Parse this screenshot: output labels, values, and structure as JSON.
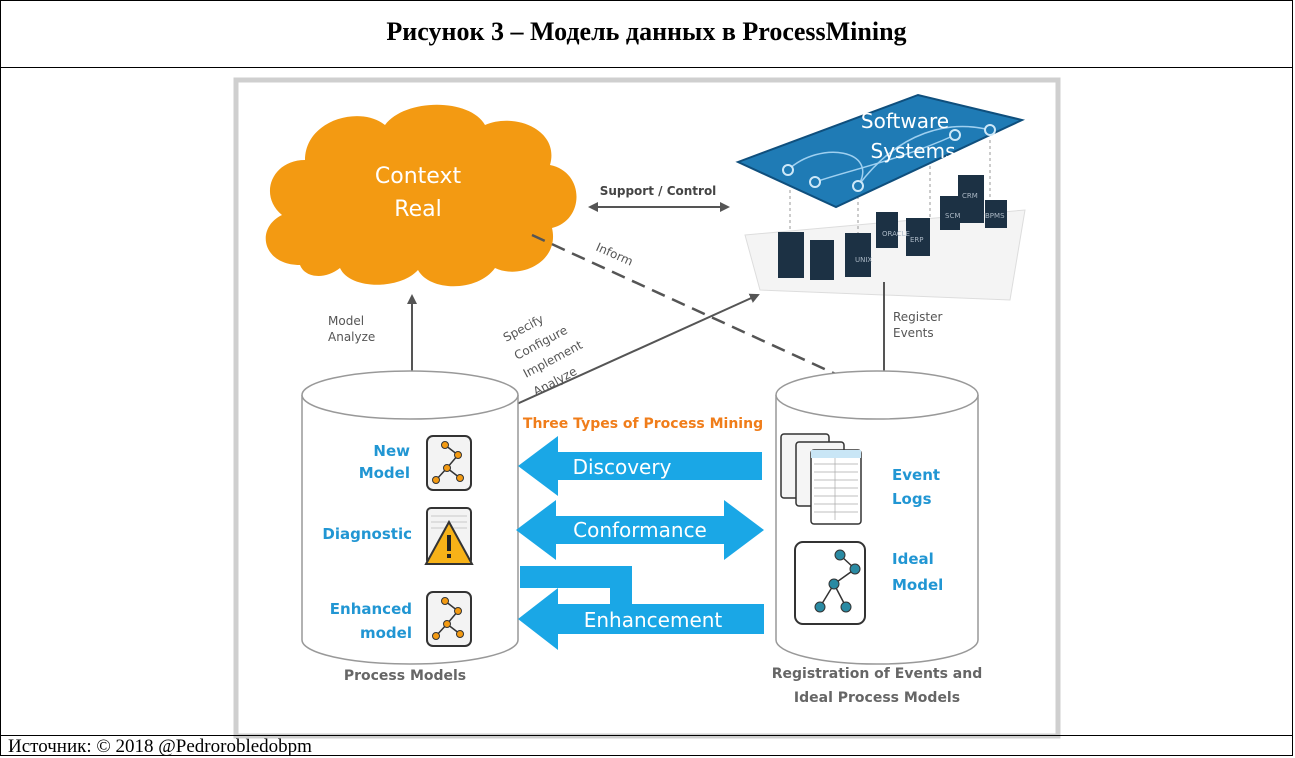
{
  "figure": {
    "title": "Рисунок 3 – Модель данных в ProcessMining",
    "source": "Источник: © 2018 @Pedrorobledobpm"
  },
  "diagram": {
    "cloud_line1": "Context",
    "cloud_line2": "Real",
    "software_line1": "Software",
    "software_line2": "Systems",
    "support_control": "Support / Control",
    "inform": "Inform",
    "model_analyze": [
      "Model",
      "Analyze"
    ],
    "specify_lines": [
      "Specify",
      "Configure",
      "Implement",
      "Analyze"
    ],
    "register_events": [
      "Register",
      "Events"
    ],
    "three_types": "Three Types of Process Mining",
    "discovery": "Discovery",
    "conformance": "Conformance",
    "enhancement": "Enhancement",
    "new_model": [
      "New",
      "Model"
    ],
    "diagnostic": "Diagnostic",
    "enhanced_model": [
      "Enhanced",
      "model"
    ],
    "event_logs": [
      "Event",
      "Logs"
    ],
    "ideal_model": [
      "Ideal",
      "Model"
    ],
    "left_caption": "Process Models",
    "right_caption": [
      "Registration of Events and",
      "Ideal Process Models"
    ],
    "server_labels": [
      "UNIX",
      "ORACLE",
      "ERP",
      "SCM",
      "CRM",
      "BPMS"
    ]
  },
  "colors": {
    "cloud": "#f39a12",
    "platform": "#1f7bb5",
    "arrow": "#1aa7e6",
    "label_blue": "#2196d3",
    "orange_text": "#f07d1a",
    "gray_text": "#666666"
  }
}
